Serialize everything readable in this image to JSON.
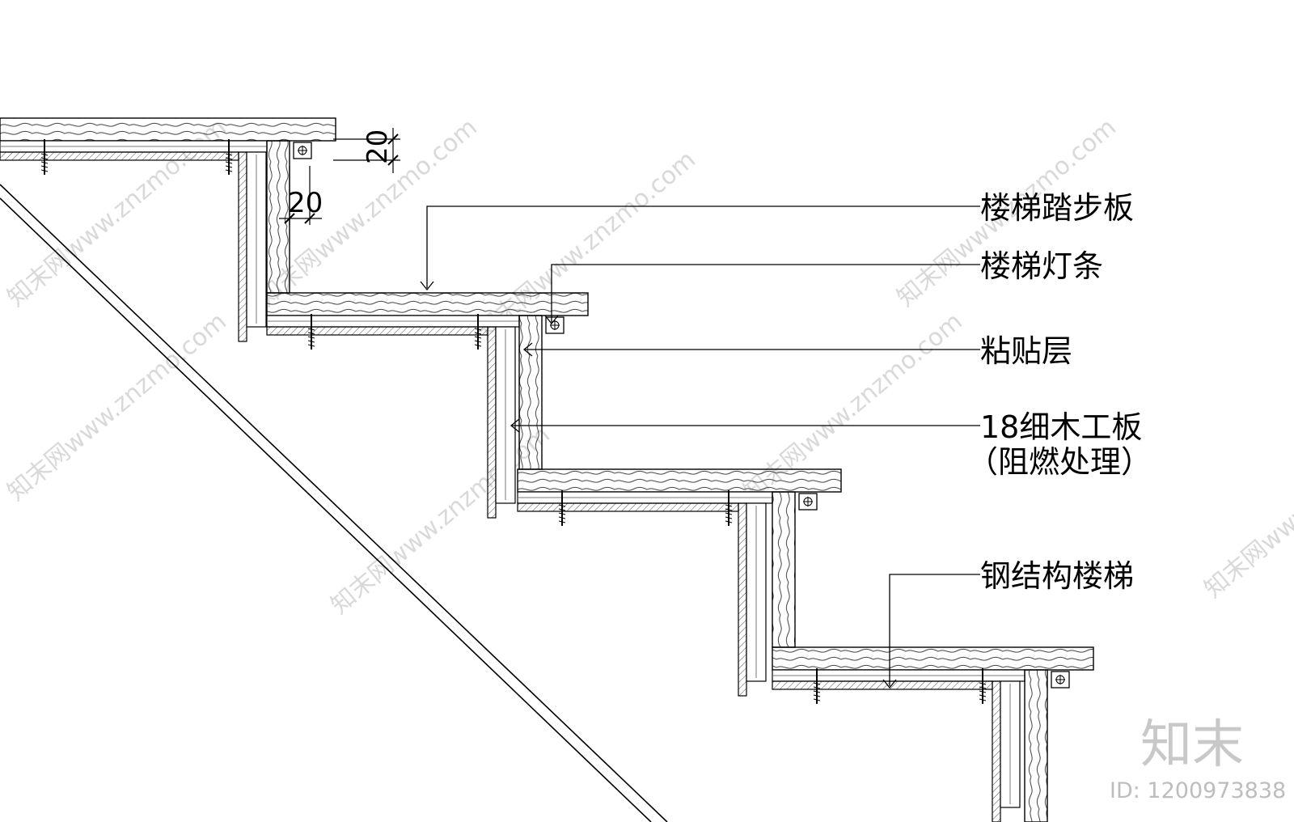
{
  "labels": {
    "tread": "楼梯踏步板",
    "light_strip": "楼梯灯条",
    "adhesive": "粘贴层",
    "board_line1": "18细木工板",
    "board_line2": "（阻燃处理）",
    "steel_stair": "钢结构楼梯"
  },
  "dimensions": {
    "tread_thickness": "20",
    "riser_thickness": "20"
  },
  "watermark": {
    "text": "知末网www.znzmo.com",
    "brand": "知末",
    "id": "ID: 1200973838"
  },
  "colors": {
    "line": "#000000",
    "hatch": "#555555",
    "watermark": "#d9d9d9"
  }
}
